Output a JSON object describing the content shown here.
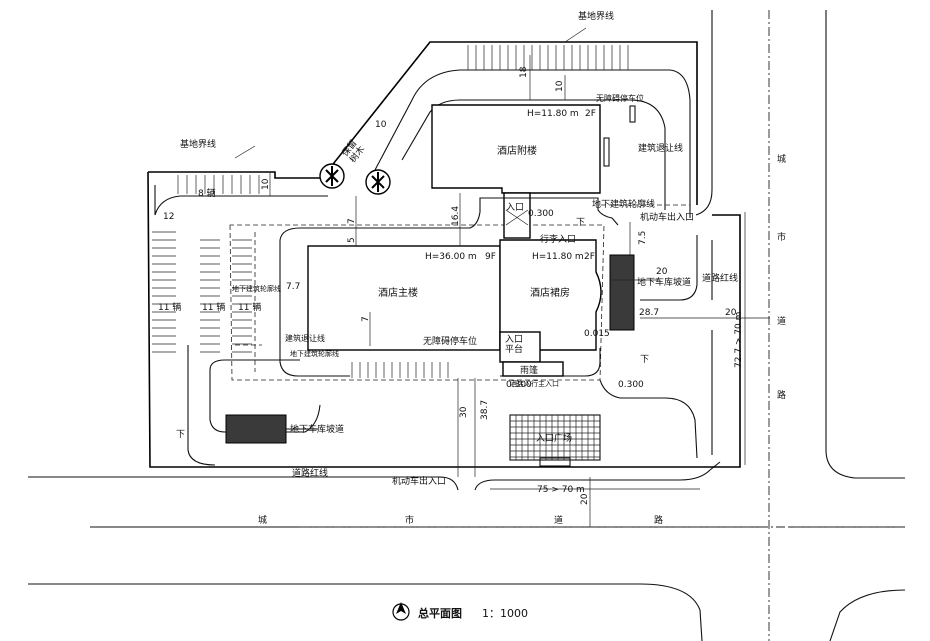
{
  "caption": {
    "title": "总平面图",
    "scale": "1：1000"
  },
  "labels": {
    "site_boundary_top": "基地界线",
    "site_boundary_left": "基地界线",
    "annex_building": "酒店附楼",
    "main_building": "酒店主楼",
    "podium": "酒店裙房",
    "preserved_trees": "保留\n树木",
    "accessible_parking_top": "无障碍停车位",
    "accessible_parking_bottom": "无障碍停车位",
    "building_setback_right": "建筑退让线",
    "building_setback_left": "建筑退让线",
    "underground_outline_top": "地下建筑轮廓线",
    "underground_outline_left": "地下建筑轮廓线",
    "underground_outline_bottom": "地下建筑轮廓线",
    "vehicle_entrance_right": "机动车出入口",
    "vehicle_entrance_bottom": "机动车出入口",
    "ramp_right": "地下车库坡道",
    "ramp_left": "地下车库坡道",
    "road_redline_right": "道路红线",
    "road_redline_bottom": "道路红线",
    "pedestrian_entrance": "行李入口",
    "entrance_top": "入口",
    "entrance_main": "入口\n平台",
    "canopy": "雨篷",
    "plaza": "入口广场",
    "main_entrance_note": "酒店入行主入口",
    "down_top": "下",
    "down_right": "下",
    "down_left": "下",
    "city_road_bottom": [
      "城",
      "市",
      "道",
      "路"
    ],
    "city_road_right": [
      "城",
      "市",
      "道",
      "路"
    ]
  },
  "heights": {
    "annex": "H=11.80 m",
    "annex_floors": "2F",
    "main": "H=36.00 m",
    "main_floors": "9F",
    "podium": "H=11.80 m",
    "podium_floors": "2F"
  },
  "parking": {
    "top_left": "8 辆",
    "left1": "11 辆",
    "left2": "11 辆",
    "left3": "11 辆"
  },
  "elevations": {
    "e1": "0.300",
    "e2": "0.300",
    "e3": "0.300",
    "e4": "0.015"
  },
  "dimensions": {
    "d18": "18",
    "d10a": "10",
    "d10b": "10",
    "d10c": "10",
    "d12": "12",
    "d7a": "7",
    "d5": "5",
    "d16_4": "16.4",
    "d7_7": "7.7",
    "d7b": "7",
    "d7_5": "7.5",
    "d20a": "20",
    "d20b": "20",
    "d20c": "20",
    "d28_7": "28.7",
    "d72_7": "72.7 > 70 m",
    "d30": "30",
    "d38_7": "38.7",
    "d75": "75 > 70 m"
  }
}
